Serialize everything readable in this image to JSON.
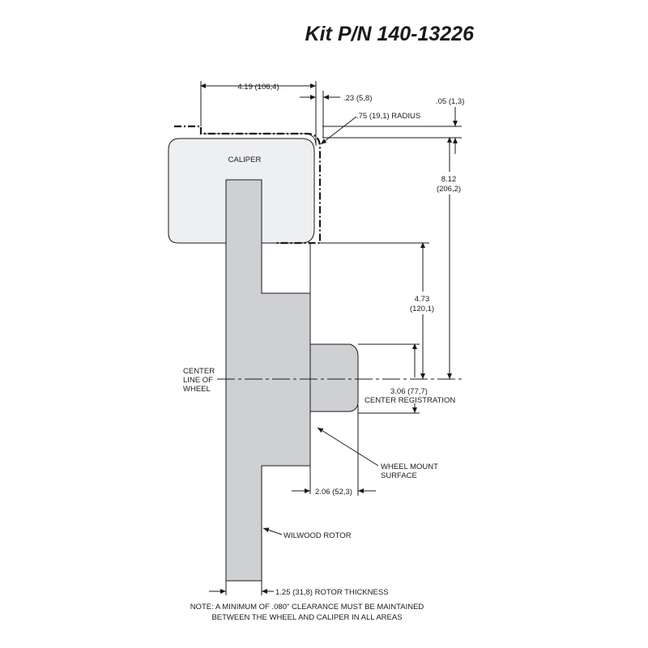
{
  "title": "Kit P/N 140-13226",
  "dimensions": {
    "wheel_width": "4.19 (106,4)",
    "offset": ".23 (5,8)",
    "clearance_top": ".05 (1,3)",
    "radius": ".75 (19,1) RADIUS",
    "height_total_1": "8.12",
    "height_total_2": "(206,2)",
    "height_mid_1": "4.73",
    "height_mid_2": "(120,1)",
    "center_reg_1": "3.06 (77,7)",
    "center_reg_2": "CENTER REGISTRATION",
    "hub_depth": "2.06 (52,3)",
    "rotor_thickness": "1.25 (31,8) ROTOR THICKNESS"
  },
  "labels": {
    "caliper": "CALIPER",
    "centerline_1": "CENTER",
    "centerline_2": "LINE OF",
    "centerline_3": "WHEEL",
    "wheel_mount_1": "WHEEL MOUNT",
    "wheel_mount_2": "SURFACE",
    "rotor": "WILWOOD ROTOR"
  },
  "note": {
    "line1": "NOTE: A MINIMUM OF .080\" CLEARANCE MUST BE MAINTAINED",
    "line2": "BETWEEN THE WHEEL AND CALIPER IN ALL AREAS"
  },
  "colors": {
    "rotor_fill": "#cfd0d3",
    "caliper_fill": "#eeeff1",
    "ink": "#1a1a1a"
  }
}
